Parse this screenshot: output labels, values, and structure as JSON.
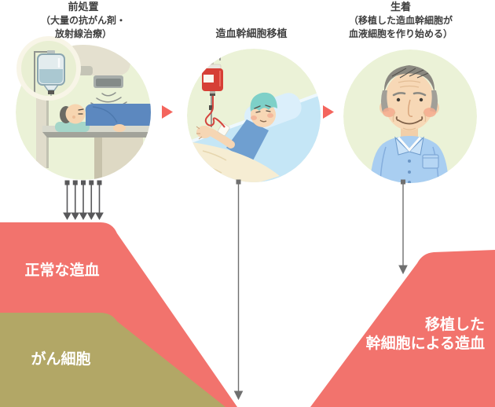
{
  "diagram": {
    "steps": [
      {
        "title": "前処置",
        "subtitle_line1": "（大量の抗がん剤・",
        "subtitle_line2": "放射線治療）",
        "illustration": "radiation-therapy-patient"
      },
      {
        "title": "造血幹細胞移植",
        "illustration": "stem-cell-transfusion-patient"
      },
      {
        "title": "生着",
        "subtitle_line1": "（移植した造血幹細胞が",
        "subtitle_line2": "血液細胞を作り始める）",
        "illustration": "recovered-patient"
      }
    ],
    "regions": {
      "normal": {
        "label": "正常な造血",
        "color": "#f2736d"
      },
      "cancer": {
        "label": "がん細胞",
        "color": "#b2a766"
      },
      "transplanted": {
        "label_line1": "移植した",
        "label_line2": "幹細胞による造血",
        "color": "#f2736d"
      }
    },
    "colors": {
      "flow_arrow_red": "#f4655d",
      "effect_arrow_gray": "#58585a",
      "timeline_arrow_gray": "#6f6f6f",
      "heading_text": "#3f3f3f",
      "region_label_text": "#ffffff",
      "circle_background": "#ebf2d7"
    }
  }
}
